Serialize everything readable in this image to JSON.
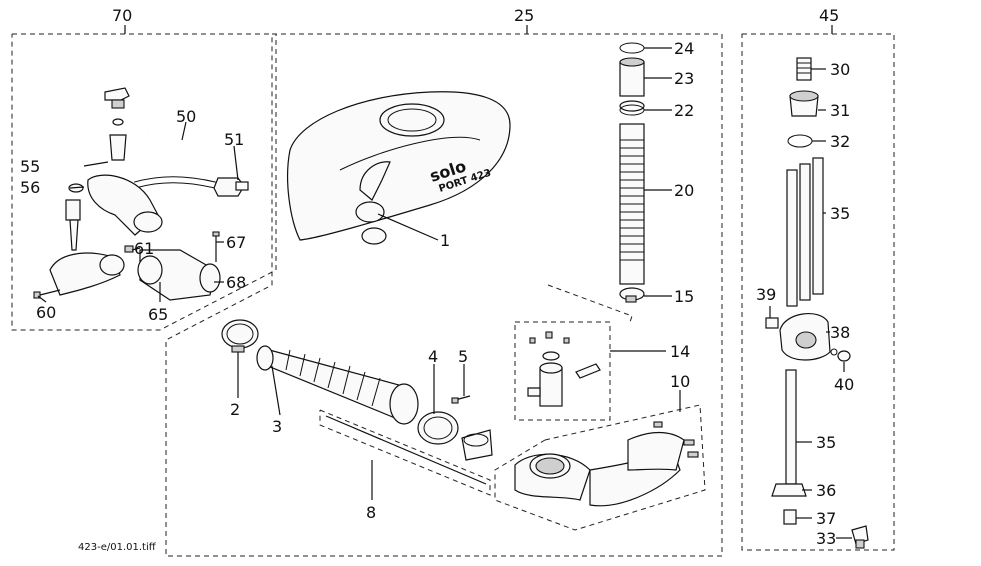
{
  "groups": {
    "g70": "70",
    "g25": "25",
    "g45": "45"
  },
  "parts": {
    "p1": "1",
    "p2": "2",
    "p3": "3",
    "p4": "4",
    "p5": "5",
    "p8": "8",
    "p10": "10",
    "p14": "14",
    "p15": "15",
    "p20": "20",
    "p22": "22",
    "p23": "23",
    "p24": "24",
    "p30": "30",
    "p31": "31",
    "p32": "32",
    "p33": "33",
    "p35a": "35",
    "p35b": "35",
    "p36": "36",
    "p37": "37",
    "p38": "38",
    "p39": "39",
    "p40": "40",
    "p50": "50",
    "p51": "51",
    "p55": "55",
    "p56": "56",
    "p60": "60",
    "p61": "61",
    "p65": "65",
    "p67": "67",
    "p68": "68"
  },
  "tank_brand": "solo",
  "tank_model": "PORT 423",
  "file_caption": "423-e/01.01.tiff"
}
